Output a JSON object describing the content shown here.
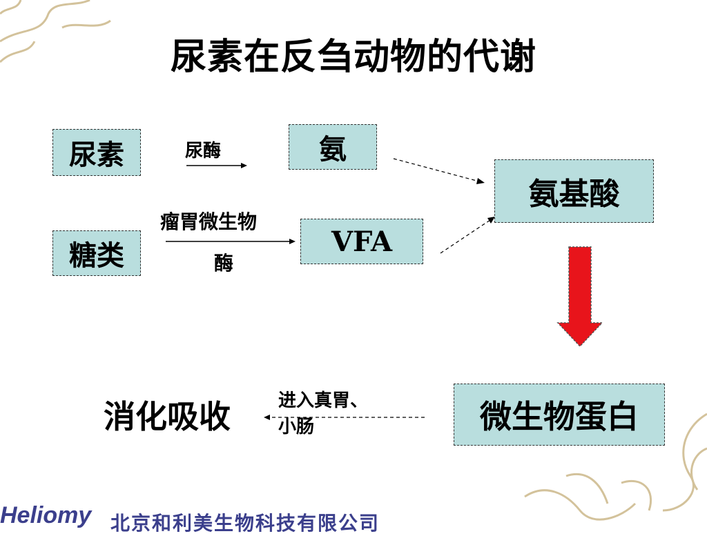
{
  "title": "尿素在反刍动物的代谢",
  "nodes": {
    "urea": "尿素",
    "ammonia": "氨",
    "amino_acid": "氨基酸",
    "sugar": "糖类",
    "vfa": "VFA",
    "microbial_protein": "微生物蛋白",
    "digest_absorb": "消化吸收"
  },
  "edge_labels": {
    "urease": "尿酶",
    "rumen_microbe_line1": "瘤胃微生物",
    "rumen_microbe_line2": "酶",
    "enter_line1": "进入真胃、",
    "enter_line2": "小肠"
  },
  "footer": {
    "logo": "Heliomy",
    "company": "北京和利美生物科技有限公司"
  },
  "colors": {
    "box_fill": "#b9dede",
    "arrow_red": "#e8141b",
    "footer_text": "#3b3f8c"
  }
}
